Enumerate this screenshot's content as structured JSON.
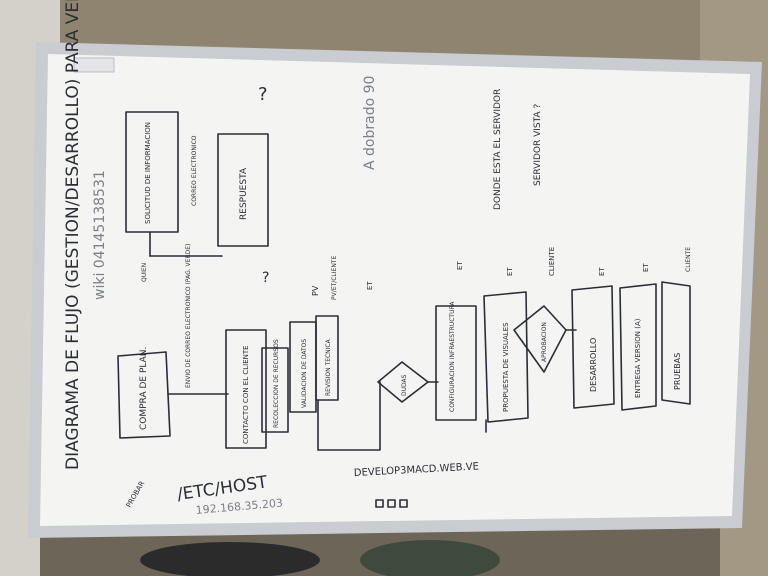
{
  "photo": {
    "subject": "whiteboard flowchart photographed sideways",
    "board_color": "#f4f5f3",
    "frame_color": "#c9ccd0",
    "ink_color": "#2a2e36",
    "wall_color": "#8e8470"
  },
  "whiteboard": {
    "title": "DIAGRAMA DE FLUJO (GESTION/DESARROLLO) PARA VERDE",
    "subtitle": "wiki 04145138531",
    "nodes": [
      {
        "id": "solicitud",
        "label": "SOLICITUD DE INFORMACION"
      },
      {
        "id": "respuesta",
        "label": "RESPUESTA"
      },
      {
        "id": "compra",
        "label": "COMPRA DE PLAN."
      },
      {
        "id": "contacto",
        "label": "CONTACTO CON EL CLIENTE"
      },
      {
        "id": "recoleccion",
        "label": "RECOLECCION DE RECURSOS"
      },
      {
        "id": "validacion",
        "label": "VALIDACION DE DATOS"
      },
      {
        "id": "revision",
        "label": "REVISION TECNICA"
      },
      {
        "id": "dudas",
        "label": "DUDAS"
      },
      {
        "id": "configuracion",
        "label": "CONFIGURACION INFRAESTRUCTURA"
      },
      {
        "id": "propuesta",
        "label": "PROPUESTA DE VISUALES"
      },
      {
        "id": "aprobacion",
        "label": "APROBACION"
      },
      {
        "id": "desarrollo",
        "label": "DESARROLLO"
      },
      {
        "id": "entrega",
        "label": "ENTREGA VERSION (A)"
      },
      {
        "id": "pruebas",
        "label": "PRUEBAS"
      }
    ],
    "edge_labels": {
      "correo": "CORREO ELECTRONICO",
      "envio": "ENVIO DE CORREO ELECTRONICO (PAG. VERDE)"
    },
    "side_notes": {
      "quien": "QUIEN",
      "pv": "PV",
      "pv_cliente": "PV/ET/CLIENTE",
      "et_1": "ET",
      "et_2": "ET",
      "et_3": "ET",
      "cliente_1": "CLIENTE",
      "et_4": "ET",
      "et_5": "ET",
      "cliente_2": "CLIENTE",
      "question_1": "?",
      "question_2": "?",
      "donde": "DONDE ESTA EL SERVIDOR",
      "servidor": "SERVIDOR VISTA ?",
      "faded": "A dobrado 90"
    },
    "footer": {
      "hosts": "/ETC/HOST",
      "ip": "192.168.35.203",
      "domain": "DEVELOP3MACD.WEB.VE",
      "corner": "PROBAR"
    }
  }
}
